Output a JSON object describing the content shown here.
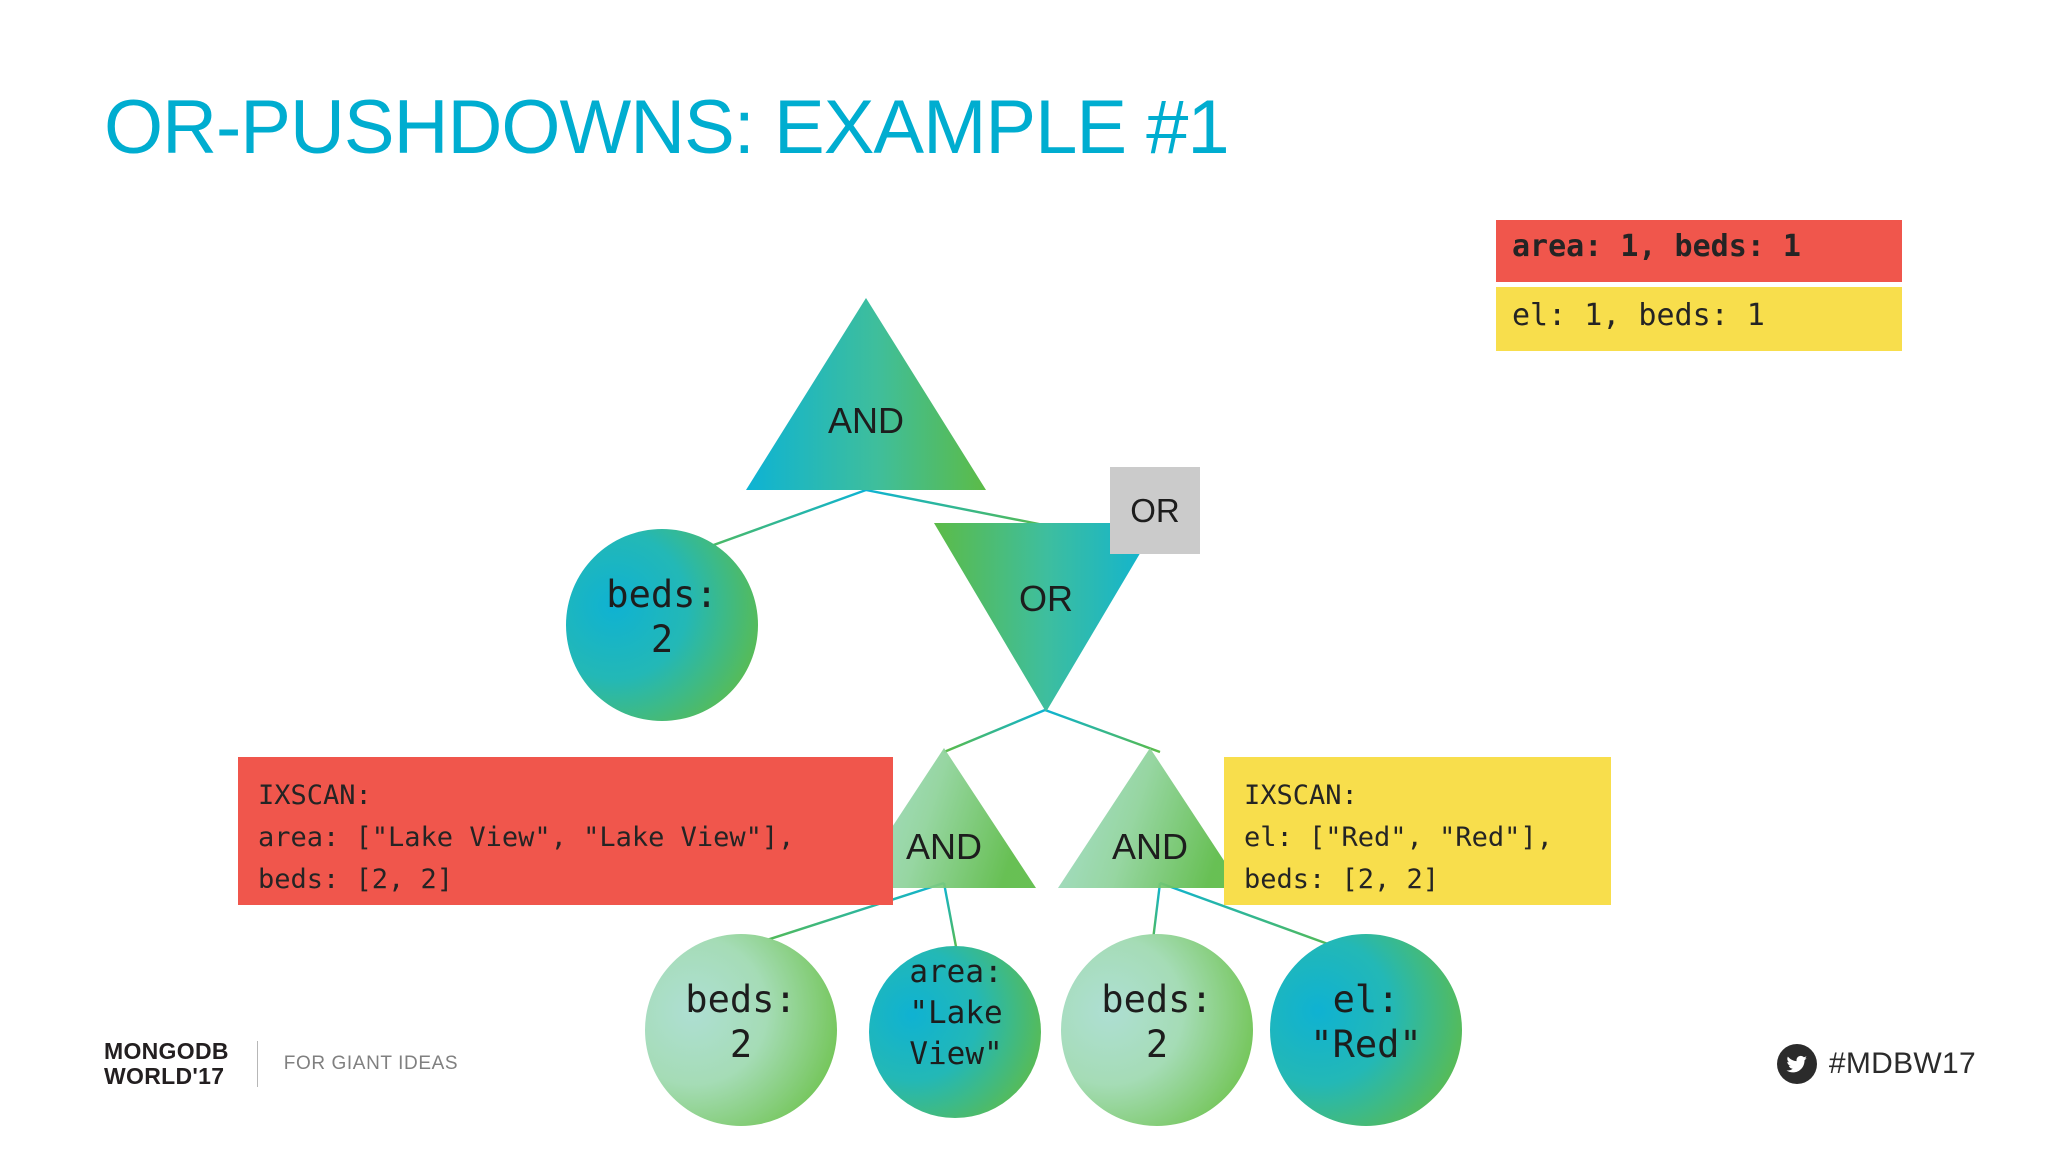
{
  "slide": {
    "title": "OR-PUSHDOWNS: EXAMPLE #1",
    "title_color": "#00ADD0",
    "background": "#FFFFFF"
  },
  "legend": {
    "items": [
      {
        "text": "area: 1, beds: 1",
        "background": "#F0564C",
        "emphasis": "bold"
      },
      {
        "text": "el: 1, beds: 1",
        "background": "#F8DE4C",
        "emphasis": "normal"
      }
    ]
  },
  "tree": {
    "root": {
      "type": "triangle",
      "label": "AND"
    },
    "nodes": [
      {
        "id": "root-and",
        "shape": "triangle-up",
        "label": "AND"
      },
      {
        "id": "beds-2-left",
        "shape": "circle",
        "label": "beds:\n2"
      },
      {
        "id": "or-node",
        "shape": "triangle-down",
        "label": "OR"
      },
      {
        "id": "and-left",
        "shape": "triangle-up",
        "label": "AND"
      },
      {
        "id": "and-right",
        "shape": "triangle-up",
        "label": "AND"
      },
      {
        "id": "leaf-beds-a",
        "shape": "circle",
        "label": "beds:\n2"
      },
      {
        "id": "leaf-area",
        "shape": "circle",
        "label": "area:\n\"Lake\nView\""
      },
      {
        "id": "leaf-beds-b",
        "shape": "circle",
        "label": "beds:\n2"
      },
      {
        "id": "leaf-el",
        "shape": "circle",
        "label": "el:\n\"Red\""
      }
    ],
    "or_chip_label": "OR"
  },
  "annotations": {
    "left": {
      "background": "#F0564C",
      "line1": "IXSCAN:",
      "line2": "area: [\"Lake View\", \"Lake View\"],",
      "line3": "beds: [2, 2]"
    },
    "right": {
      "background": "#F8DE4C",
      "line1": "IXSCAN:",
      "line2": "el: [\"Red\", \"Red\"],",
      "line3": "beds: [2, 2]"
    }
  },
  "footer": {
    "brand": "MONGODB\nWORLD'17",
    "tagline": "FOR GIANT IDEAS",
    "social_handle": "#MDBW17",
    "social_icon": "twitter-icon"
  }
}
